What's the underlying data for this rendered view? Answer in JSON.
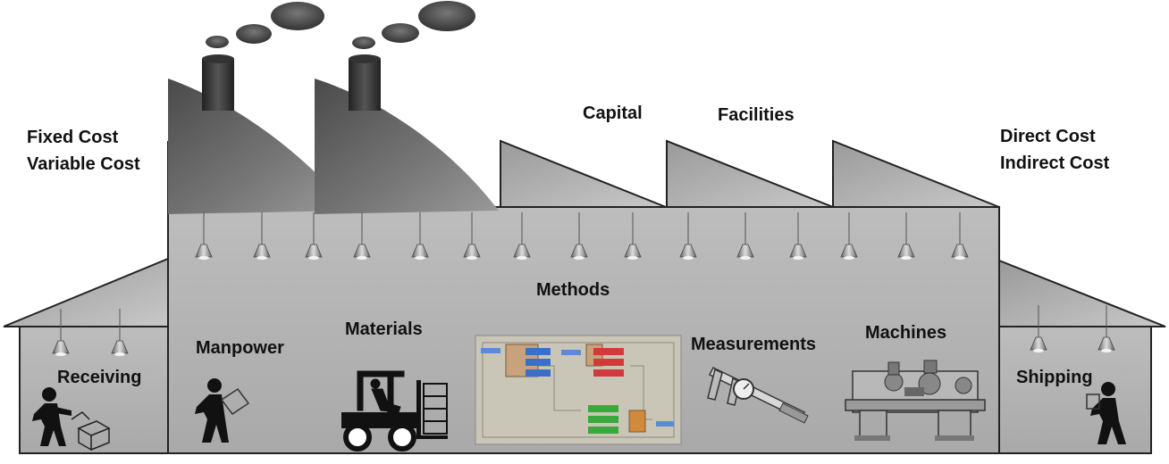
{
  "cost_labels": {
    "left": [
      "Fixed Cost",
      "Variable Cost"
    ],
    "right": [
      "Direct Cost",
      "Indirect Cost"
    ]
  },
  "roof_labels": {
    "capital": "Capital",
    "facilities": "Facilities"
  },
  "areas": {
    "receiving": "Receiving",
    "manpower": "Manpower",
    "materials": "Materials",
    "methods": "Methods",
    "measurements": "Measurements",
    "machines": "Machines",
    "shipping": "Shipping"
  }
}
